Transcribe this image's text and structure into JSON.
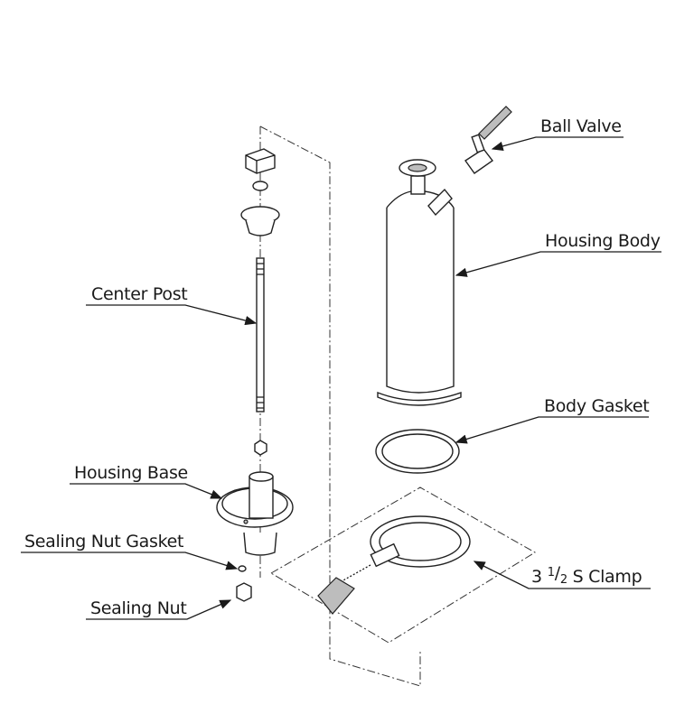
{
  "diagram": {
    "labels": {
      "ball_valve": "Ball Valve",
      "housing_body": "Housing Body",
      "center_post": "Center Post",
      "body_gasket": "Body Gasket",
      "housing_base": "Housing Base",
      "sealing_nut_gasket": "Sealing Nut Gasket",
      "sealing_nut": "Sealing Nut",
      "clamp": {
        "whole": "3",
        "numerator": "1",
        "slash": "/",
        "denominator": "2",
        "rest": " S Clamp"
      }
    }
  }
}
